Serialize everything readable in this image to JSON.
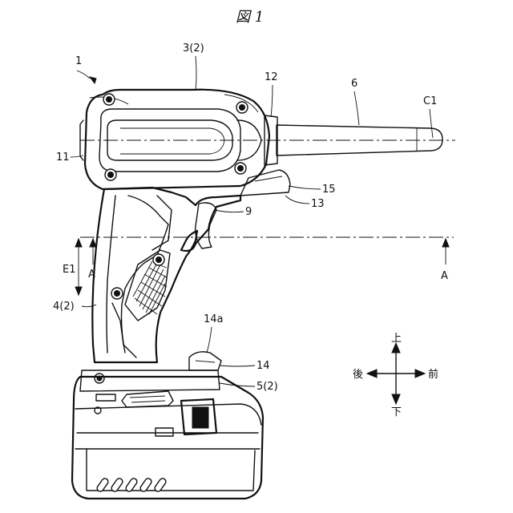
{
  "figure_title": "図 1",
  "labels": {
    "l1": "1",
    "l3_2": "3(2)",
    "l12": "12",
    "l6": "6",
    "lC1": "C1",
    "l11": "11",
    "l15": "15",
    "l13": "13",
    "l9": "9",
    "lE1": "E1",
    "lA_left": "A",
    "lA_right": "A",
    "l4_2": "4(2)",
    "l14a": "14a",
    "l14": "14",
    "l5_2": "5(2)"
  },
  "direction_indicator": {
    "up": "上",
    "down": "下",
    "back": "後",
    "front": "前"
  }
}
